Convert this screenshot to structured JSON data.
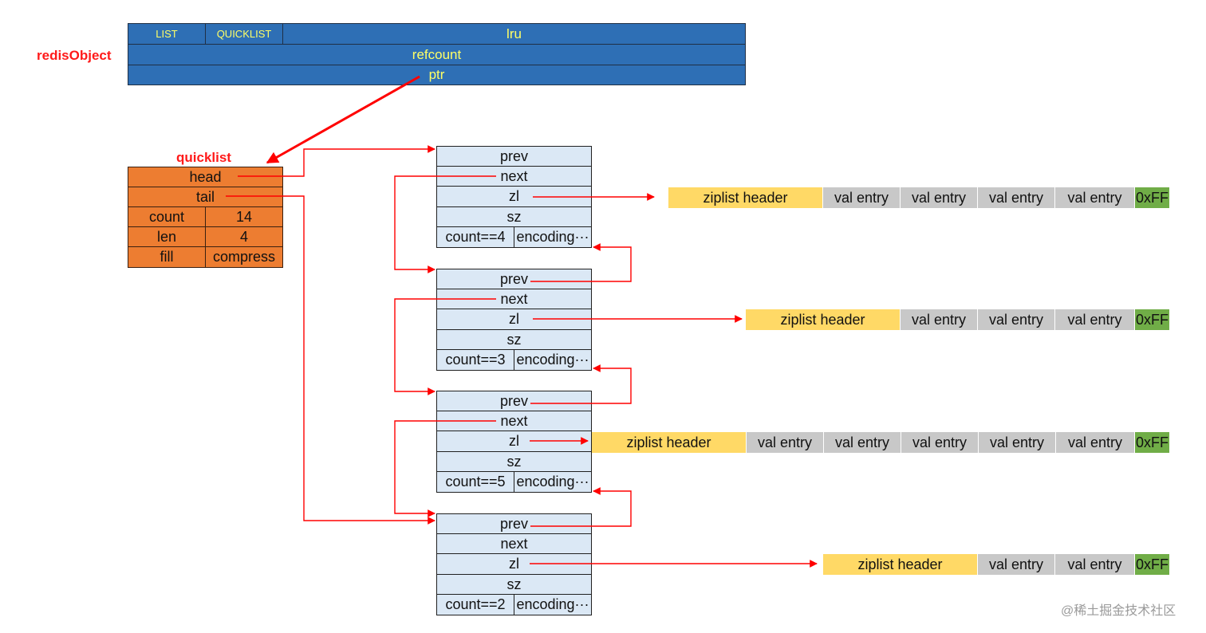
{
  "redisObject": {
    "label": "redisObject",
    "type": "LIST",
    "encoding": "QUICKLIST",
    "lru": "lru",
    "refcount": "refcount",
    "ptr": "ptr"
  },
  "quicklist": {
    "label": "quicklist",
    "head": "head",
    "tail": "tail",
    "count_label": "count",
    "count_value": "14",
    "len_label": "len",
    "len_value": "4",
    "fill": "fill",
    "compress": "compress"
  },
  "nodes": [
    {
      "prev": "prev",
      "next": "next",
      "zl": "zl",
      "sz": "sz",
      "count": "count==4",
      "encoding": "encoding···"
    },
    {
      "prev": "prev",
      "next": "next",
      "zl": "zl",
      "sz": "sz",
      "count": "count==3",
      "encoding": "encoding···"
    },
    {
      "prev": "prev",
      "next": "next",
      "zl": "zl",
      "sz": "sz",
      "count": "count==5",
      "encoding": "encoding···"
    },
    {
      "prev": "prev",
      "next": "next",
      "zl": "zl",
      "sz": "sz",
      "count": "count==2",
      "encoding": "encoding···"
    }
  ],
  "ziplists": [
    {
      "header": "ziplist header",
      "entries": [
        "val entry",
        "val entry",
        "val entry",
        "val entry"
      ],
      "end": "0xFF"
    },
    {
      "header": "ziplist header",
      "entries": [
        "val entry",
        "val entry",
        "val entry"
      ],
      "end": "0xFF"
    },
    {
      "header": "ziplist header",
      "entries": [
        "val entry",
        "val entry",
        "val entry",
        "val entry",
        "val entry"
      ],
      "end": "0xFF"
    },
    {
      "header": "ziplist header",
      "entries": [
        "val entry",
        "val entry"
      ],
      "end": "0xFF"
    }
  ],
  "watermark": "@稀土掘金技术社区",
  "colors": {
    "arrow": "#ff0000",
    "redisObject_fill": "#2e6fb5",
    "redisObject_text": "#ffff66",
    "quicklist_fill": "#ed7d31",
    "node_fill": "#dbe8f5",
    "ziplist_header": "#ffd966",
    "ziplist_entry": "#c8c8c8",
    "ziplist_end": "#70ad47"
  }
}
